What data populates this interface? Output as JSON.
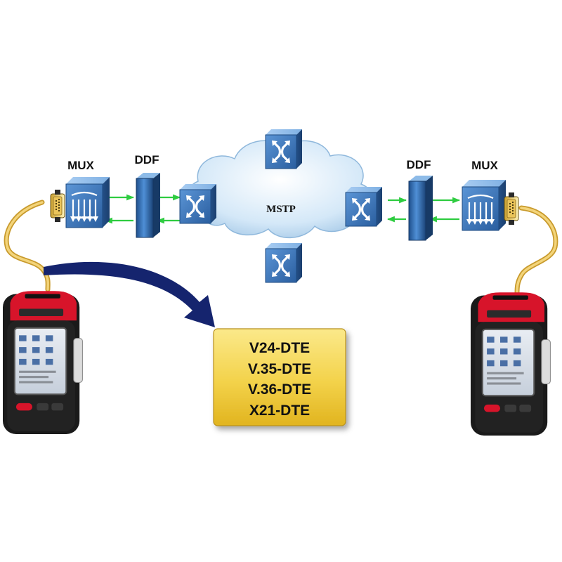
{
  "labels": {
    "mux_left": "MUX",
    "ddf_left": "DDF",
    "ddf_right": "DDF",
    "mux_right": "MUX",
    "cloud": "MSTP"
  },
  "interfaces": [
    "V24-DTE",
    "V.35-DTE",
    "V.36-DTE",
    "X21-DTE"
  ],
  "colors": {
    "device_blue": "#3d76b8",
    "device_light": "#9cc3ec",
    "link_green": "#2ecc40",
    "cable_yellow": "#e2b84a",
    "arrow_navy": "#15246e",
    "box_gold": "#f2d650",
    "tester_red": "#d7142a",
    "cloud_blue": "#cde4f6"
  },
  "icons": [
    "mux-icon",
    "ddf-panel-icon",
    "switch-icon",
    "cloud-icon",
    "handheld-tester-icon",
    "db-connector-icon",
    "curved-arrow-icon"
  ]
}
